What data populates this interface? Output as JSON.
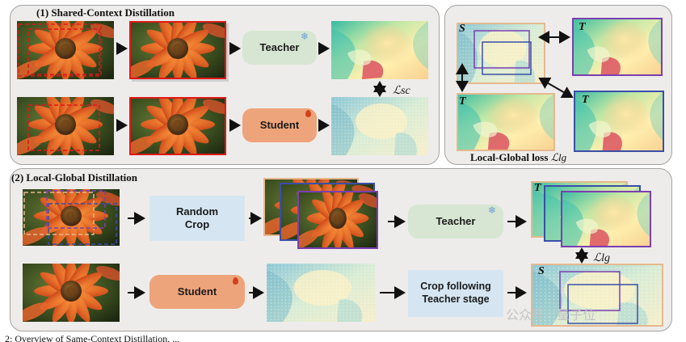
{
  "sections": {
    "shared_context": "(1) Shared-Context Distillation",
    "local_global": "(2) Local-Global Distillation"
  },
  "boxes": {
    "teacher": "Teacher",
    "student": "Student",
    "random_crop": "Random Crop",
    "crop_following": "Crop following Teacher stage"
  },
  "labels": {
    "S": "S",
    "T": "T"
  },
  "losses": {
    "sc": "ℒsc",
    "lg": "ℒlg",
    "local_global_prefix": "Local-Global loss",
    "local_global_symbol": "ℒlg"
  },
  "icons": {
    "teacher_badge": "snowflake-icon",
    "student_badge": "flame-icon"
  },
  "caption": "2: Overview of Same-Context Distillation. ...",
  "watermark": "公众号 · 量子位",
  "colors": {
    "red_box": "#e01818",
    "purple_box": "#7a3fb0",
    "peach_frame": "#e5b98f",
    "blue_dash": "#3a4ea8"
  }
}
